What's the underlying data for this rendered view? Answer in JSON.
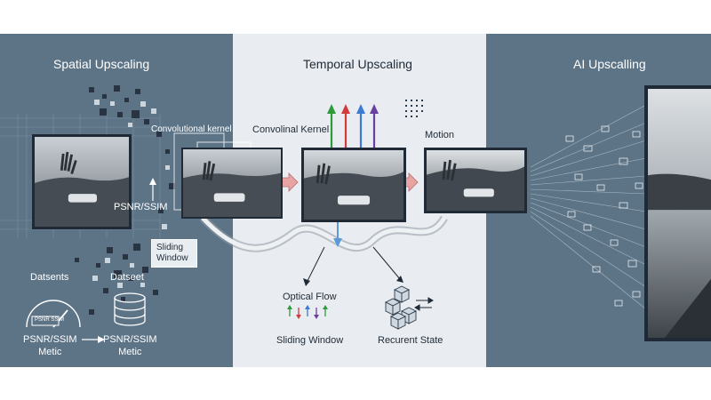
{
  "panels": {
    "spatial": {
      "title": "Spatial Upscaling"
    },
    "temporal": {
      "title": "Temporal Upscaling"
    },
    "ai": {
      "title": "AI Upscalling"
    }
  },
  "labels": {
    "conv_kernel_left": "Convolutional kernel",
    "conv_kernel_center": "Convolinal Kernel",
    "psnr_ssim_mid": "PSNR/SSIM",
    "sliding_window_box_line1": "Sliding",
    "sliding_window_box_line2": "Window",
    "datsents": "Datsents",
    "dataset": "Datseet",
    "gauge_caption": "PSNR SSIM",
    "psnr_ssim_left_line1": "PSNR/SSIM",
    "psnr_ssim_left_line2": "Metic",
    "psnr_ssim_right_line1": "PSNR/SSIM",
    "psnr_ssim_right_line2": "Metic",
    "motion": "Motion",
    "optical_flow": "Optical Flow",
    "sliding_window": "Sliding Window",
    "recurrent_state": "Recurent State"
  },
  "colors": {
    "slate": "#5d7487",
    "temporal_bg": "#e9ecf0",
    "arrow_pink": "#e8a3a3",
    "kernel_arrows": [
      "#2f9a3c",
      "#d23b3b",
      "#3b7bd6",
      "#6b3fa0"
    ]
  }
}
